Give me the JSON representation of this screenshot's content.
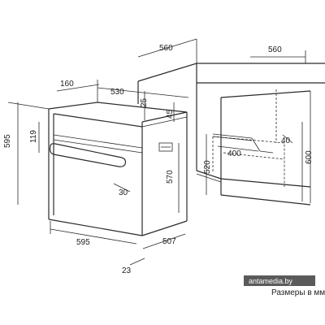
{
  "dimensions": {
    "d560_top": "560",
    "d560_right": "560",
    "d160": "160",
    "d530": "530",
    "d25": "25",
    "d45": "45",
    "d595_h": "595",
    "d119": "119",
    "d570": "570",
    "d520": "520",
    "d600": "600",
    "d400": "400",
    "d40": "40",
    "d30": "30",
    "d595_w": "595",
    "d507": "507",
    "d23": "23"
  },
  "footer": {
    "units_note": "Размеры в мм",
    "watermark": "antamedia.by"
  },
  "colors": {
    "line": "#2b2b2b",
    "watermark_bg": "#5a5a5a"
  }
}
